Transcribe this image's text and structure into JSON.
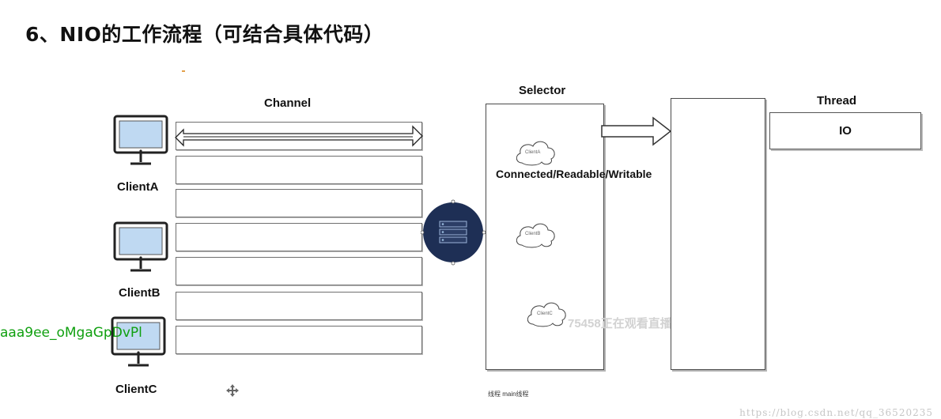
{
  "title": "6、NIO的工作流程（可结合具体代码）",
  "channel": {
    "label": "Channel",
    "rows": 7
  },
  "clients": [
    {
      "label": "ClientA"
    },
    {
      "label": "ClientB"
    },
    {
      "label": "ClientC"
    }
  ],
  "selector": {
    "label": "Selector",
    "events": "Connected/Readable/Writable",
    "clouds": [
      "ClientA",
      "ClientB",
      "ClientC"
    ],
    "footnote": "线程   main线程"
  },
  "thread": {
    "label": "Thread",
    "io": "IO"
  },
  "overlay_text": "aaa9ee_oMgaGpDvPl",
  "watermarks": {
    "center": "75458正在观看直播",
    "url": "https://blog.csdn.net/qq_36520235"
  },
  "colors": {
    "monitor_screen": "#bfd9f2",
    "selector_hub": "#1e2f55",
    "overlay_green": "#10a010"
  }
}
